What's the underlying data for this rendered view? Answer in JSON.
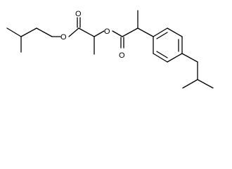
{
  "structure": {
    "atoms": {
      "ester_oxygen_1": "O",
      "carbonyl_oxygen_1": "O",
      "ester_oxygen_2": "O",
      "carbonyl_oxygen_2": "O"
    }
  }
}
